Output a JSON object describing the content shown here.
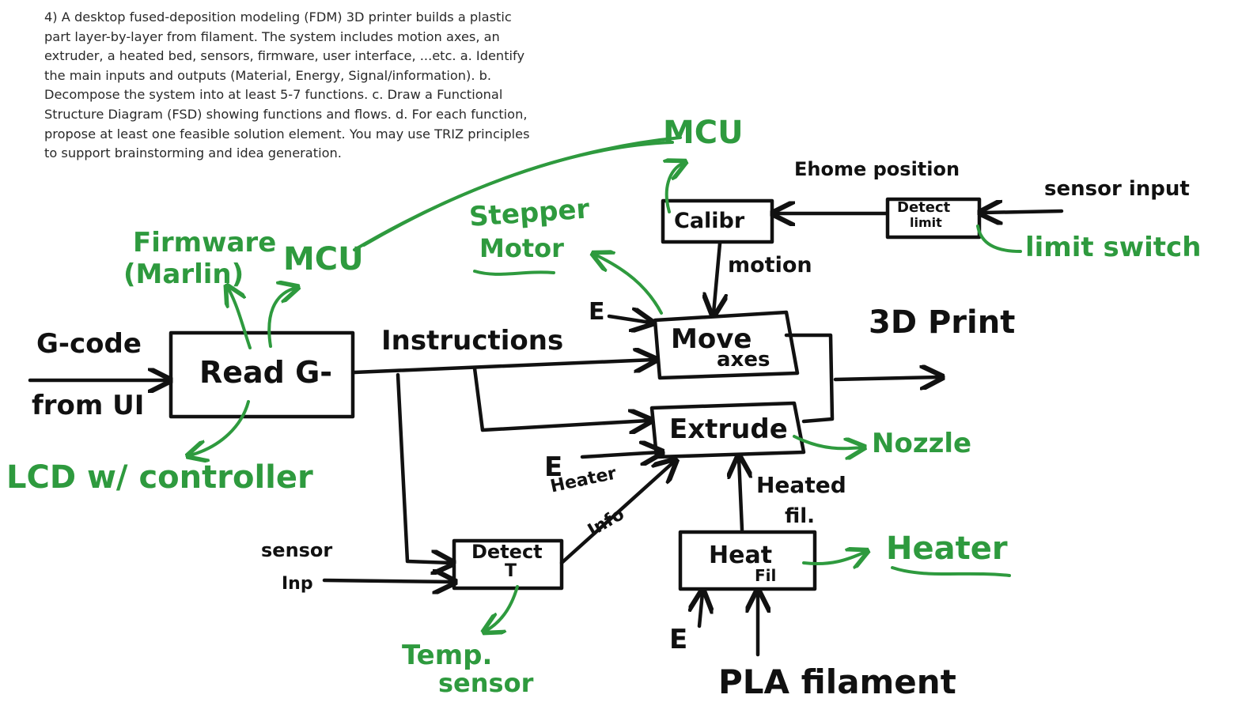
{
  "prompt": {
    "text": "4) A desktop fused-deposition modeling (FDM) 3D printer builds a plastic\npart layer-by-layer from filament. The system includes motion axes, an\nextruder, a heated bed, sensors, firmware, user interface, ...etc. a. Identify\nthe main inputs and outputs (Material, Energy, Signal/information). b.\nDecompose the system into at least 5-7 functions. c. Draw a Functional\nStructure Diagram (FSD) showing functions and flows. d. For each function,\npropose at least one feasible solution element. You may use TRIZ principles\nto support brainstorming and idea generation."
  },
  "diagram": {
    "colors": {
      "ink": "#111111",
      "solution": "#2e9a3e"
    },
    "functions": {
      "read": "Read G-",
      "move": "Move",
      "move2": "axes",
      "extrude": "Extrude",
      "calibr": "Calibr",
      "detect_limit": "Detect",
      "detect_limit2": "limit",
      "detect_temp": "Detect",
      "detect_temp2": "T",
      "heat": "Heat",
      "heat2": "Fil"
    },
    "flows": {
      "gcode": "G-code",
      "from_ui": "from UI",
      "instructions": "Instructions",
      "e_move": "E",
      "output": "3D Print",
      "motion": "motion",
      "home_pos": "Ehome position",
      "sensor_input_top": "sensor input",
      "e_extrude": "E",
      "heater_info": "Heater",
      "temp_info": "Info",
      "sensor_input": "sensor",
      "sensor_input2": "Inp",
      "heated_fil": "Heated",
      "heated_fil2": "fil.",
      "e_heat": "E",
      "pla": "PLA filament"
    },
    "solutions": {
      "mcu_top": "MCU",
      "stepper": "Stepper",
      "stepper2": "Motor",
      "firmware": "Firmware",
      "firmware2": "(Marlin)",
      "mcu": "MCU",
      "limit_switch": "limit switch",
      "lcd": "LCD w/ controller",
      "nozzle": "Nozzle",
      "heater": "Heater",
      "temp_sensor": "Temp.",
      "temp_sensor2": "sensor"
    }
  }
}
